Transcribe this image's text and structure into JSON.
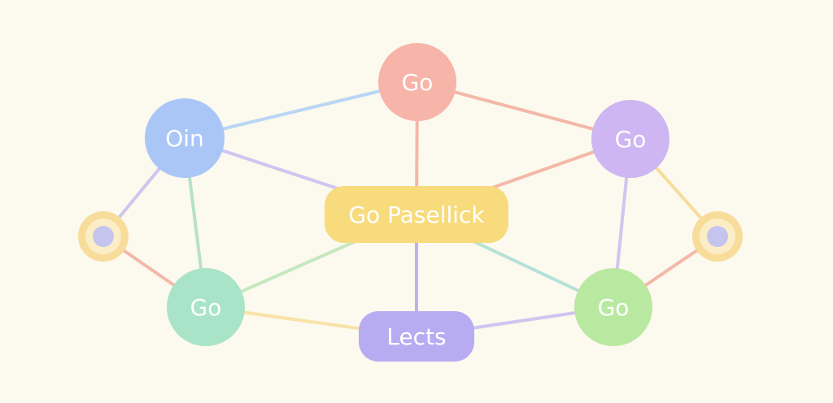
{
  "nodes": [
    {
      "id": "top",
      "label": "Go",
      "color": "#f7b4a8"
    },
    {
      "id": "left",
      "label": "Oin",
      "color": "#a9c6f7"
    },
    {
      "id": "right",
      "label": "Go",
      "color": "#cdb6f2"
    },
    {
      "id": "center",
      "label": "Go Pasellick",
      "color": "#f8db7c"
    },
    {
      "id": "bottom-left",
      "label": "Go",
      "color": "#a9e4c8"
    },
    {
      "id": "bottom-right",
      "label": "Go",
      "color": "#b9e8a1"
    },
    {
      "id": "bottom",
      "label": "Lects",
      "color": "#b7acf2"
    },
    {
      "id": "far-left",
      "label": "",
      "color": "#f8dc9a"
    },
    {
      "id": "far-right",
      "label": "",
      "color": "#f8dc9a"
    }
  ],
  "edges": [
    {
      "from": "left",
      "to": "top",
      "color": "#b9d6f4"
    },
    {
      "from": "top",
      "to": "right",
      "color": "#f3b8a8"
    },
    {
      "from": "top",
      "to": "center",
      "color": "#f3b8a8"
    },
    {
      "from": "left",
      "to": "center",
      "color": "#cfc6f0"
    },
    {
      "from": "right",
      "to": "center",
      "color": "#f3b8a8"
    },
    {
      "from": "left",
      "to": "far-left",
      "color": "#cfc6f0"
    },
    {
      "from": "left",
      "to": "bottom-left",
      "color": "#b6e2c6"
    },
    {
      "from": "far-left",
      "to": "bottom-left",
      "color": "#f3b8a8"
    },
    {
      "from": "right",
      "to": "far-right",
      "color": "#f8dc9a"
    },
    {
      "from": "right",
      "to": "bottom-right",
      "color": "#cfc6f0"
    },
    {
      "from": "far-right",
      "to": "bottom-right",
      "color": "#f3b8a8"
    },
    {
      "from": "center",
      "to": "bottom-left",
      "color": "#c5e8c0"
    },
    {
      "from": "center",
      "to": "bottom",
      "color": "#bab2ee"
    },
    {
      "from": "center",
      "to": "bottom-right",
      "color": "#b6e2d6"
    },
    {
      "from": "bottom-left",
      "to": "bottom",
      "color": "#f8e3a8"
    },
    {
      "from": "bottom",
      "to": "bottom-right",
      "color": "#cfc6f0"
    }
  ],
  "inner_dot_color": "#c5c4ef"
}
